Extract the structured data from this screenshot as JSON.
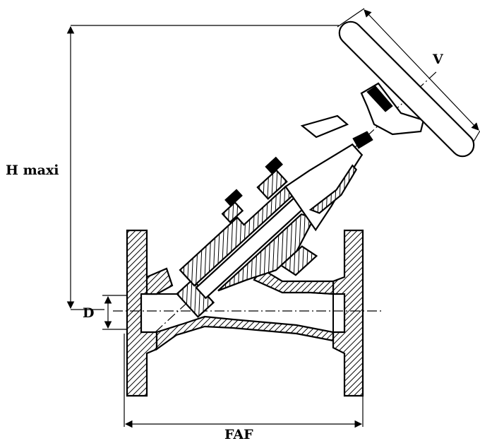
{
  "labels": {
    "height": "H maxi",
    "diameter": "D",
    "face_to_face": "FAF",
    "handwheel": "V"
  }
}
